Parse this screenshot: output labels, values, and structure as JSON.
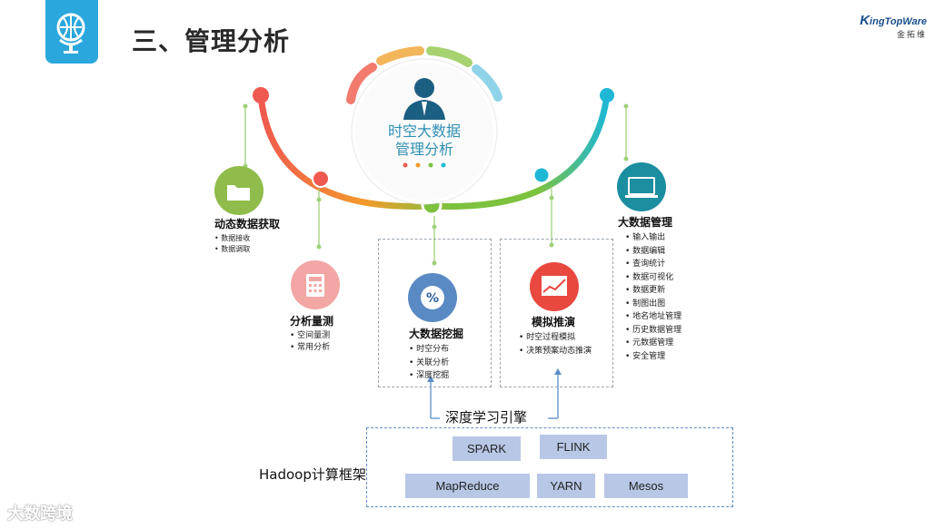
{
  "page": {
    "title": "三、管理分析"
  },
  "logo": {
    "brand": "ingTopWare",
    "initial": "K",
    "sub": "金拓维"
  },
  "center": {
    "line1": "时空大数据",
    "line2": "管理分析"
  },
  "modules": {
    "acquisition": {
      "title": "动态数据获取",
      "items": [
        "数据接收",
        "数据调取"
      ]
    },
    "measurement": {
      "title": "分析量测",
      "items": [
        "空间量测",
        "常用分析"
      ]
    },
    "mining": {
      "title": "大数据挖掘",
      "items": [
        "时空分布",
        "关联分析",
        "深度挖掘"
      ]
    },
    "simulation": {
      "title": "模拟推演",
      "items": [
        "时空过程模拟",
        "决策预案动态推演"
      ]
    },
    "management": {
      "title": "大数据管理",
      "items": [
        "输入输出",
        "数据编辑",
        "查询统计",
        "数据可视化",
        "数据更新",
        "制图出图",
        "地名地址管理",
        "历史数据管理",
        "元数据管理",
        "安全管理"
      ]
    }
  },
  "deep_learning": {
    "label": "深度学习引擎"
  },
  "hadoop": {
    "label": "Hadoop计算框架",
    "techs": [
      "SPARK",
      "FLINK",
      "MapReduce",
      "YARN",
      "Mesos"
    ]
  },
  "watermark": {
    "text": "大数跨境"
  },
  "colors": {
    "accent": "#2aa7dc",
    "red": "#f0594f",
    "orange": "#f39a2b",
    "green": "#7cc23e",
    "cyan": "#1eb8d6",
    "tech_box": "#b8c7e6"
  }
}
